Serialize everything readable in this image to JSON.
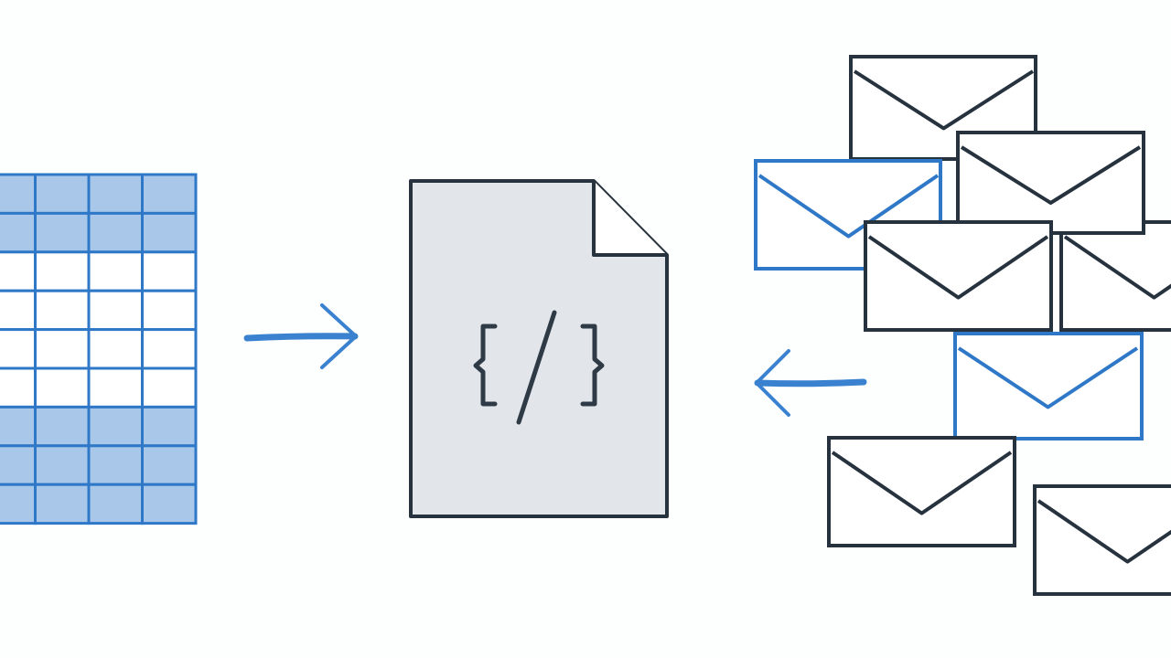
{
  "diagram": {
    "kind": "data-flow illustration",
    "colors": {
      "background": "#fdfefe",
      "accent_blue": "#2f78c8",
      "grid_fill": "#a9c8e9",
      "dark_outline": "#27323f",
      "file_fill": "#e2e5e9"
    },
    "spreadsheet": {
      "icon": "spreadsheet-grid-icon",
      "rows": 9,
      "columns": 4,
      "filled_row_indices": [
        0,
        1,
        6,
        7,
        8
      ]
    },
    "arrow_in": {
      "icon": "arrow-right-icon",
      "direction": "right"
    },
    "code_file": {
      "icon": "code-file-icon",
      "glyph": "{/}"
    },
    "arrow_out": {
      "icon": "arrow-left-icon",
      "direction": "left"
    },
    "envelopes": {
      "icon": "envelope-icon",
      "count": 8,
      "styles": [
        "dark",
        "dark",
        "blue",
        "dark",
        "dark",
        "blue",
        "dark",
        "dark"
      ]
    }
  }
}
